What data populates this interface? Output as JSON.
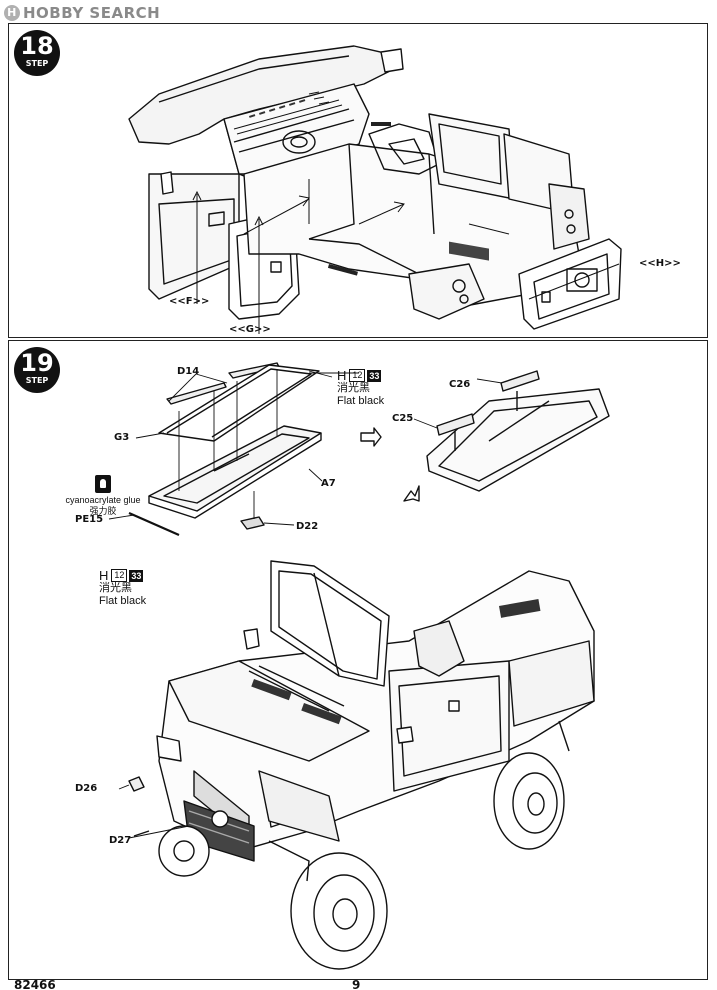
{
  "watermark": {
    "logo_letter": "H",
    "text": "HOBBY SEARCH"
  },
  "step18": {
    "number": "18",
    "word": "STEP",
    "labels": {
      "f": "<<F>>",
      "g": "<<G>>",
      "h": "<<H>>"
    }
  },
  "step19": {
    "number": "19",
    "word": "STEP",
    "parts": {
      "d14": "D14",
      "g3": "G3",
      "a7": "A7",
      "pe15": "PE15",
      "d22": "D22",
      "c26": "C26",
      "c25": "C25",
      "d26": "D26",
      "d27": "D27"
    },
    "glue": {
      "label_en": "cyanoacrylate glue",
      "label_cn": "强力胶"
    },
    "paint_notes": [
      {
        "code": "H",
        "num1": "12",
        "num2": "33",
        "cn": "消光黑",
        "en": "Flat black"
      },
      {
        "code": "H",
        "num1": "12",
        "num2": "33",
        "cn": "消光黑",
        "en": "Flat black"
      }
    ]
  },
  "footer": {
    "catalog": "82466",
    "page": "9"
  }
}
